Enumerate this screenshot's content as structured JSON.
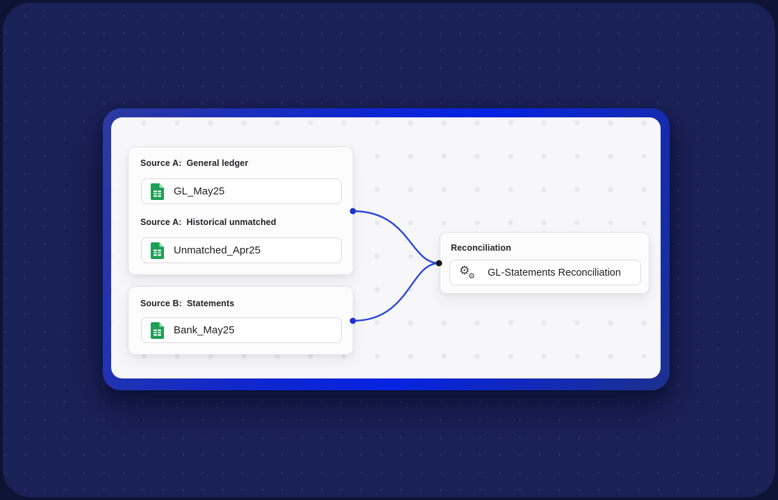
{
  "background": {
    "page_color": "#0d1334",
    "surface_color": "#1a2156",
    "surface_dot_color": "#2c3364"
  },
  "card": {
    "frame_gradient": [
      "#2c3a9e",
      "#0f27cf",
      "#0623e2",
      "#1d3090"
    ],
    "bg_color": "#f7f7f9",
    "dot_color": "#e8e8eb"
  },
  "nodes": {
    "source_a": {
      "inputs": [
        {
          "label_prefix": "Source A:",
          "label_name": "General ledger",
          "file": "GL_May25",
          "icon": "spreadsheet-icon"
        },
        {
          "label_prefix": "Source A:",
          "label_name": "Historical unmatched",
          "file": "Unmatched_Apr25",
          "icon": "spreadsheet-icon"
        }
      ]
    },
    "source_b": {
      "inputs": [
        {
          "label_prefix": "Source B:",
          "label_name": "Statements",
          "file": "Bank_May25",
          "icon": "spreadsheet-icon"
        }
      ]
    },
    "reconciliation": {
      "label": "Reconciliation",
      "name": "GL-Statements Reconciliation",
      "icon": "gears-icon"
    }
  },
  "connectors": {
    "line_color": "#2b46d9",
    "source_dot_color": "#1d35cc",
    "target_dot_color": "#1a1a1c"
  },
  "icons": {
    "gear_glyph": "⚙",
    "sheet_green": "#1f9e56",
    "sheet_fold": "#9ddcba",
    "gear_gray": "#3c3c42"
  }
}
